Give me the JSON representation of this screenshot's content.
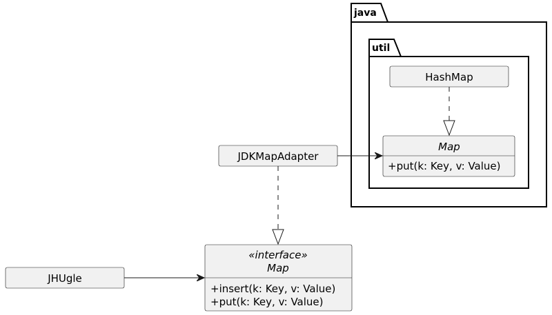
{
  "packages": {
    "java": {
      "label": "java"
    },
    "util": {
      "label": "util"
    }
  },
  "classes": {
    "hashmap": {
      "name": "HashMap"
    },
    "util_map": {
      "name": "Map",
      "members": [
        "+put(k: Key, v: Value)"
      ]
    },
    "jdk_map_adapter": {
      "name": "JDKMapAdapter"
    },
    "interface_map": {
      "stereotype": "«interface»",
      "name": "Map",
      "members": [
        "+insert(k: Key, v: Value)",
        "+put(k: Key, v: Value)"
      ]
    },
    "jhugle": {
      "name": "JHUgle"
    }
  }
}
